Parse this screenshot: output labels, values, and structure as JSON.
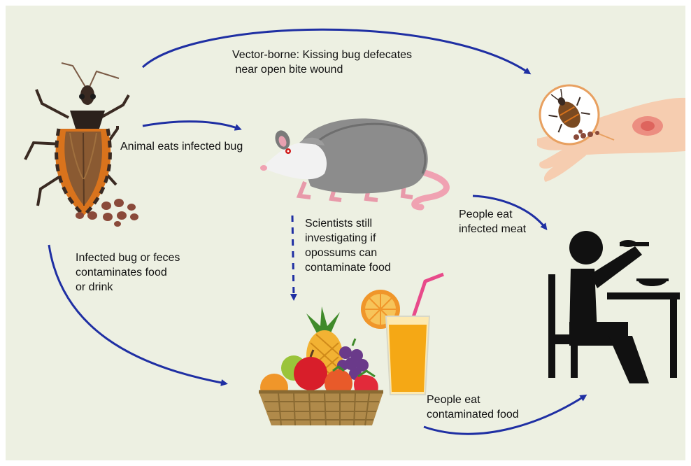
{
  "labels": {
    "vector_borne": "Vector-borne: Kissing bug defecates\n near open bite wound",
    "animal_eats": "Animal eats infected bug",
    "scientists": "Scientists still\ninvestigating if\nopossums can\ncontaminate food",
    "people_eat_meat": "People eat\ninfected meat",
    "infected_bug": "Infected bug or feces\ncontaminates food\nor drink",
    "people_eat_food": "People eat\ncontaminated food"
  },
  "colors": {
    "background": "#edf0e2",
    "arrow": "#1f2fa3",
    "text": "#111111",
    "person_icon": "#111111"
  },
  "icons": {
    "bug": "kissing-bug-icon",
    "feces": "bug-feces-icon",
    "opossum": "opossum-icon",
    "bite": "bite-wound-hand-icon",
    "person": "person-eating-icon",
    "fruit": "fruit-basket-icon",
    "drink": "juice-glass-icon"
  }
}
